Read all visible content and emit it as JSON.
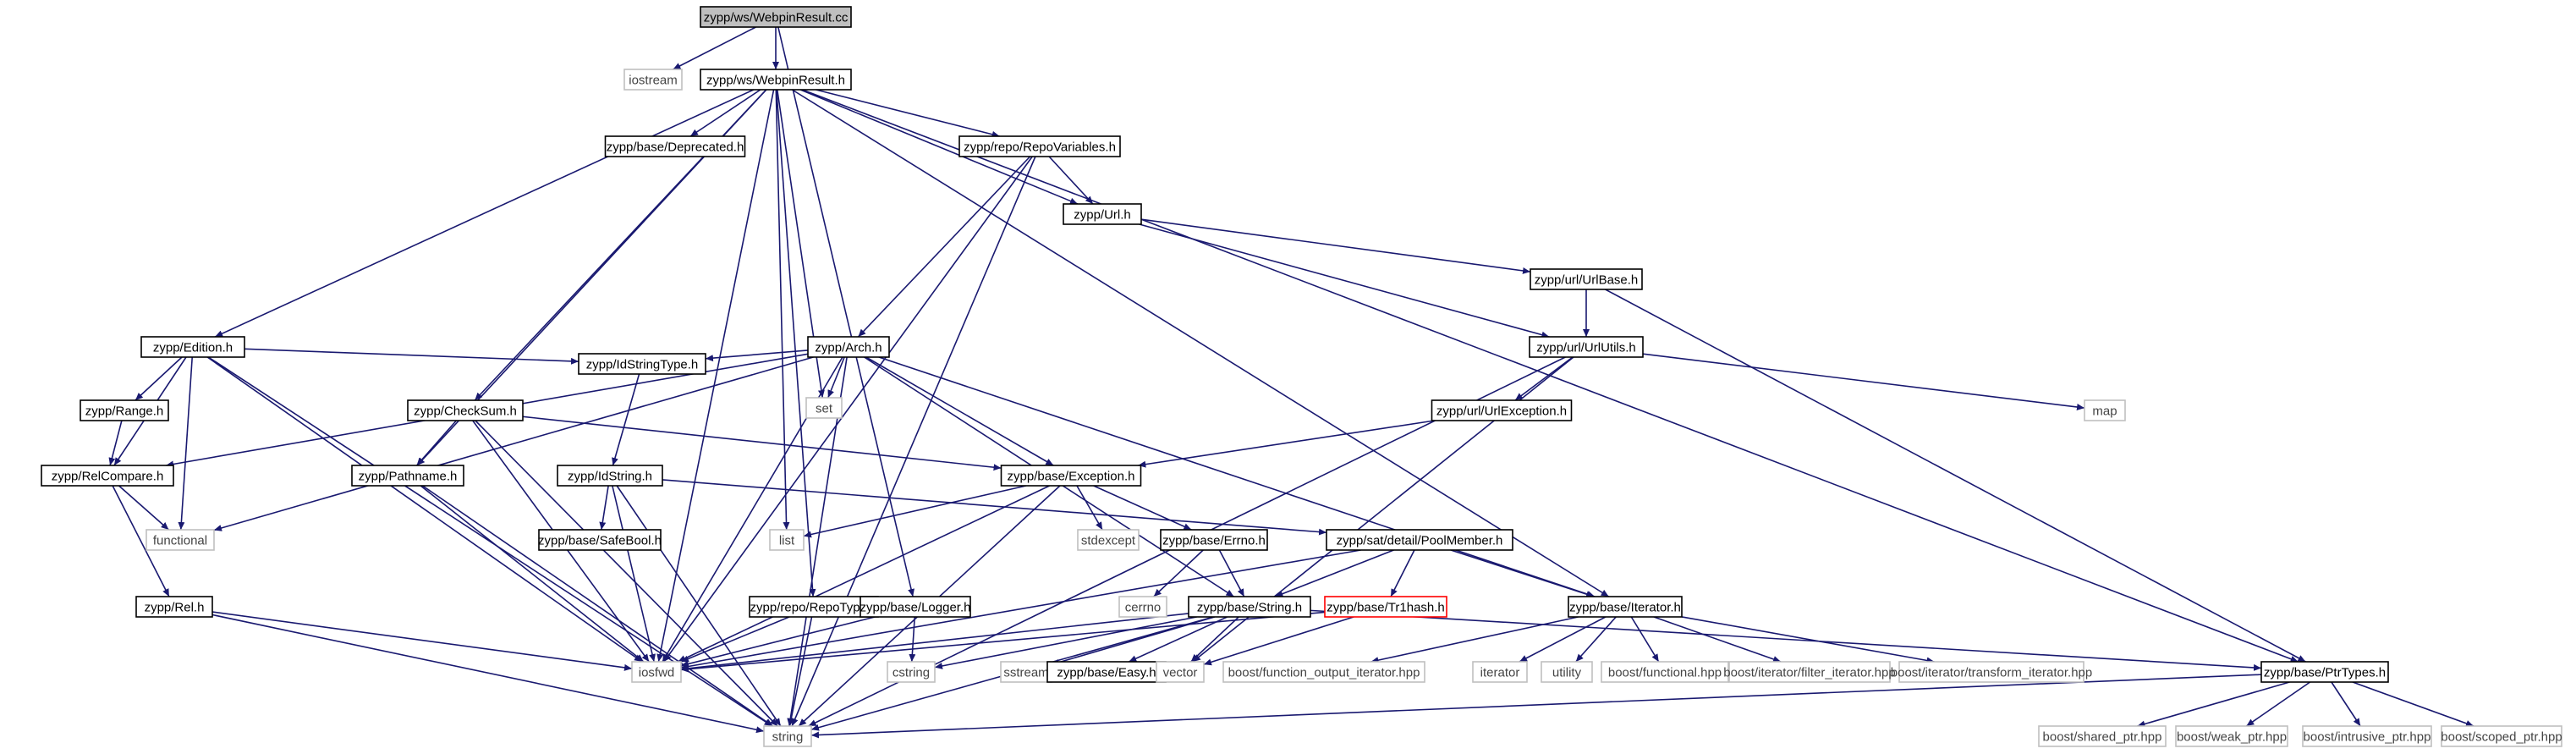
{
  "colors": {
    "edge": "#191970",
    "node_border": "#000000",
    "system_border": "#bfbfbf",
    "root_fill": "#bfbfbf",
    "missing_border": "#ff0000",
    "system_text": "#444444"
  },
  "nodes": [
    {
      "id": "root",
      "label": "zypp/ws/WebpinResult.cc",
      "kind": "root"
    },
    {
      "id": "iostream",
      "label": "iostream",
      "kind": "system"
    },
    {
      "id": "webpinh",
      "label": "zypp/ws/WebpinResult.h",
      "kind": "file"
    },
    {
      "id": "deprecated",
      "label": "zypp/base/Deprecated.h",
      "kind": "file"
    },
    {
      "id": "repovars",
      "label": "zypp/repo/RepoVariables.h",
      "kind": "file"
    },
    {
      "id": "url",
      "label": "zypp/Url.h",
      "kind": "file"
    },
    {
      "id": "urlbase",
      "label": "zypp/url/UrlBase.h",
      "kind": "file"
    },
    {
      "id": "urlutils",
      "label": "zypp/url/UrlUtils.h",
      "kind": "file"
    },
    {
      "id": "edition",
      "label": "zypp/Edition.h",
      "kind": "file"
    },
    {
      "id": "arch",
      "label": "zypp/Arch.h",
      "kind": "file"
    },
    {
      "id": "idstringtype",
      "label": "zypp/IdStringType.h",
      "kind": "file"
    },
    {
      "id": "set",
      "label": "set",
      "kind": "system"
    },
    {
      "id": "range",
      "label": "zypp/Range.h",
      "kind": "file"
    },
    {
      "id": "checksum",
      "label": "zypp/CheckSum.h",
      "kind": "file"
    },
    {
      "id": "urlexc",
      "label": "zypp/url/UrlException.h",
      "kind": "file"
    },
    {
      "id": "map",
      "label": "map",
      "kind": "system"
    },
    {
      "id": "relcompare",
      "label": "zypp/RelCompare.h",
      "kind": "file"
    },
    {
      "id": "pathname",
      "label": "zypp/Pathname.h",
      "kind": "file"
    },
    {
      "id": "idstring",
      "label": "zypp/IdString.h",
      "kind": "file"
    },
    {
      "id": "exception",
      "label": "zypp/base/Exception.h",
      "kind": "file"
    },
    {
      "id": "functional",
      "label": "functional",
      "kind": "system"
    },
    {
      "id": "safebool",
      "label": "zypp/base/SafeBool.h",
      "kind": "file"
    },
    {
      "id": "list",
      "label": "list",
      "kind": "system"
    },
    {
      "id": "stdexcept",
      "label": "stdexcept",
      "kind": "system"
    },
    {
      "id": "errno",
      "label": "zypp/base/Errno.h",
      "kind": "file"
    },
    {
      "id": "poolmember",
      "label": "zypp/sat/detail/PoolMember.h",
      "kind": "file"
    },
    {
      "id": "rel",
      "label": "zypp/Rel.h",
      "kind": "file"
    },
    {
      "id": "repotype",
      "label": "zypp/repo/RepoType.h",
      "kind": "file"
    },
    {
      "id": "logger",
      "label": "zypp/base/Logger.h",
      "kind": "file"
    },
    {
      "id": "cerrno",
      "label": "cerrno",
      "kind": "system"
    },
    {
      "id": "stringh",
      "label": "zypp/base/String.h",
      "kind": "file"
    },
    {
      "id": "tr1hash",
      "label": "zypp/base/Tr1hash.h",
      "kind": "missing"
    },
    {
      "id": "iterator",
      "label": "zypp/base/Iterator.h",
      "kind": "file"
    },
    {
      "id": "iosfwd",
      "label": "iosfwd",
      "kind": "system"
    },
    {
      "id": "cstring",
      "label": "cstring",
      "kind": "system"
    },
    {
      "id": "sstream",
      "label": "sstream",
      "kind": "system"
    },
    {
      "id": "easy",
      "label": "zypp/base/Easy.h",
      "kind": "file"
    },
    {
      "id": "vector",
      "label": "vector",
      "kind": "system"
    },
    {
      "id": "bfoi",
      "label": "boost/function_output_iterator.hpp",
      "kind": "system"
    },
    {
      "id": "iter",
      "label": "iterator",
      "kind": "system"
    },
    {
      "id": "utility",
      "label": "utility",
      "kind": "system"
    },
    {
      "id": "bfunc",
      "label": "boost/functional.hpp",
      "kind": "system"
    },
    {
      "id": "bfilter",
      "label": "boost/iterator/filter_iterator.hpp",
      "kind": "system"
    },
    {
      "id": "btransform",
      "label": "boost/iterator/transform_iterator.hpp",
      "kind": "system"
    },
    {
      "id": "ptrtypes",
      "label": "zypp/base/PtrTypes.h",
      "kind": "file"
    },
    {
      "id": "string",
      "label": "string",
      "kind": "system"
    },
    {
      "id": "bshared",
      "label": "boost/shared_ptr.hpp",
      "kind": "system"
    },
    {
      "id": "bweak",
      "label": "boost/weak_ptr.hpp",
      "kind": "system"
    },
    {
      "id": "bintrusive",
      "label": "boost/intrusive_ptr.hpp",
      "kind": "system"
    },
    {
      "id": "bscoped",
      "label": "boost/scoped_ptr.hpp",
      "kind": "system"
    }
  ],
  "edges": [
    [
      "root",
      "iostream"
    ],
    [
      "root",
      "webpinh"
    ],
    [
      "root",
      "logger"
    ],
    [
      "webpinh",
      "deprecated"
    ],
    [
      "webpinh",
      "repovars"
    ],
    [
      "webpinh",
      "url"
    ],
    [
      "webpinh",
      "edition"
    ],
    [
      "webpinh",
      "checksum"
    ],
    [
      "webpinh",
      "pathname"
    ],
    [
      "webpinh",
      "set"
    ],
    [
      "webpinh",
      "list"
    ],
    [
      "webpinh",
      "repotype"
    ],
    [
      "webpinh",
      "iterator"
    ],
    [
      "webpinh",
      "ptrtypes"
    ],
    [
      "webpinh",
      "iosfwd"
    ],
    [
      "repovars",
      "url"
    ],
    [
      "repovars",
      "arch"
    ],
    [
      "repovars",
      "iosfwd"
    ],
    [
      "repovars",
      "string"
    ],
    [
      "url",
      "urlbase"
    ],
    [
      "url",
      "urlutils"
    ],
    [
      "urlbase",
      "urlutils"
    ],
    [
      "urlbase",
      "ptrtypes"
    ],
    [
      "urlutils",
      "urlexc"
    ],
    [
      "urlutils",
      "map"
    ],
    [
      "urlutils",
      "string"
    ],
    [
      "urlutils",
      "vector"
    ],
    [
      "urlexc",
      "exception"
    ],
    [
      "edition",
      "idstringtype"
    ],
    [
      "edition",
      "range"
    ],
    [
      "edition",
      "relcompare"
    ],
    [
      "edition",
      "functional"
    ],
    [
      "edition",
      "string"
    ],
    [
      "edition",
      "iosfwd"
    ],
    [
      "arch",
      "idstringtype"
    ],
    [
      "arch",
      "set"
    ],
    [
      "arch",
      "relcompare"
    ],
    [
      "arch",
      "functional"
    ],
    [
      "arch",
      "exception"
    ],
    [
      "arch",
      "stringh"
    ],
    [
      "arch",
      "iterator"
    ],
    [
      "arch",
      "string"
    ],
    [
      "arch",
      "iosfwd"
    ],
    [
      "range",
      "relcompare"
    ],
    [
      "checksum",
      "pathname"
    ],
    [
      "checksum",
      "exception"
    ],
    [
      "checksum",
      "iosfwd"
    ],
    [
      "checksum",
      "string"
    ],
    [
      "idstringtype",
      "idstring"
    ],
    [
      "relcompare",
      "functional"
    ],
    [
      "relcompare",
      "rel"
    ],
    [
      "pathname",
      "string"
    ],
    [
      "pathname",
      "iosfwd"
    ],
    [
      "idstring",
      "safebool"
    ],
    [
      "idstring",
      "poolmember"
    ],
    [
      "idstring",
      "iosfwd"
    ],
    [
      "idstring",
      "string"
    ],
    [
      "exception",
      "list"
    ],
    [
      "exception",
      "stdexcept"
    ],
    [
      "exception",
      "errno"
    ],
    [
      "exception",
      "iosfwd"
    ],
    [
      "exception",
      "string"
    ],
    [
      "errno",
      "cerrno"
    ],
    [
      "errno",
      "stringh"
    ],
    [
      "poolmember",
      "stringh"
    ],
    [
      "poolmember",
      "tr1hash"
    ],
    [
      "poolmember",
      "iterator"
    ],
    [
      "poolmember",
      "iosfwd"
    ],
    [
      "rel",
      "iosfwd"
    ],
    [
      "rel",
      "string"
    ],
    [
      "repotype",
      "iosfwd"
    ],
    [
      "repotype",
      "string"
    ],
    [
      "logger",
      "iosfwd"
    ],
    [
      "logger",
      "cstring"
    ],
    [
      "stringh",
      "iosfwd"
    ],
    [
      "stringh",
      "cstring"
    ],
    [
      "stringh",
      "sstream"
    ],
    [
      "stringh",
      "easy"
    ],
    [
      "stringh",
      "vector"
    ],
    [
      "stringh",
      "string"
    ],
    [
      "stringh",
      "ptrtypes"
    ],
    [
      "tr1hash",
      "iosfwd"
    ],
    [
      "tr1hash",
      "vector"
    ],
    [
      "iterator",
      "bfoi"
    ],
    [
      "iterator",
      "iter"
    ],
    [
      "iterator",
      "utility"
    ],
    [
      "iterator",
      "bfunc"
    ],
    [
      "iterator",
      "bfilter"
    ],
    [
      "iterator",
      "btransform"
    ],
    [
      "ptrtypes",
      "string"
    ],
    [
      "ptrtypes",
      "bshared"
    ],
    [
      "ptrtypes",
      "bweak"
    ],
    [
      "ptrtypes",
      "bintrusive"
    ],
    [
      "ptrtypes",
      "bscoped"
    ]
  ]
}
